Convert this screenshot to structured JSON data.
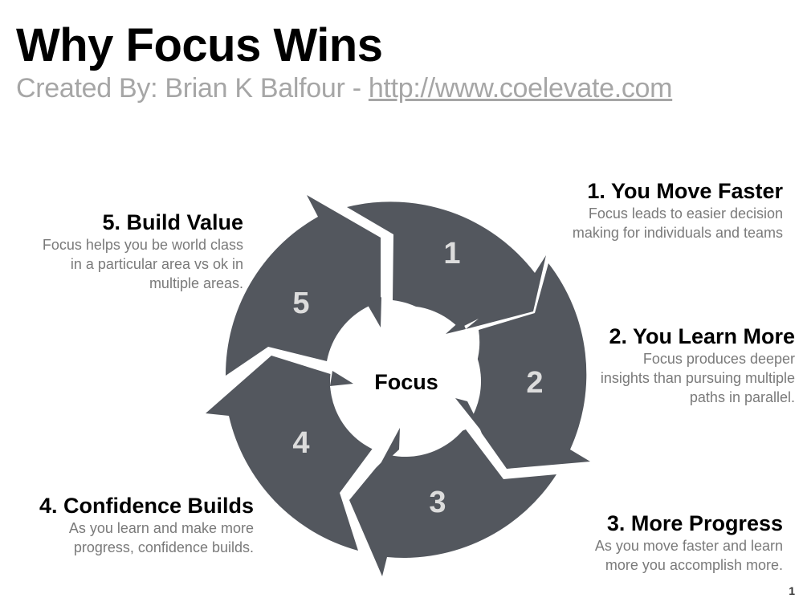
{
  "header": {
    "title": "Why Focus Wins",
    "subtitle_prefix": "Created By:  Brian K Balfour - ",
    "subtitle_link": "http://www.coelevate.com"
  },
  "diagram": {
    "center_label": "Focus",
    "fill_color": "#53575e",
    "number_color": "#dcdcdc",
    "segments": [
      {
        "number": "1"
      },
      {
        "number": "2"
      },
      {
        "number": "3"
      },
      {
        "number": "4"
      },
      {
        "number": "5"
      }
    ]
  },
  "steps": [
    {
      "heading": "1.  You Move Faster",
      "description": "Focus leads to easier decision\nmaking for individuals and teams"
    },
    {
      "heading": "2.  You Learn More",
      "description": "Focus produces deeper\ninsights than pursuing multiple\npaths in parallel."
    },
    {
      "heading": "3.  More Progress",
      "description": "As you move faster and learn\nmore you accomplish more."
    },
    {
      "heading": "4.  Confidence Builds",
      "description": "As you learn and make more\nprogress, confidence builds."
    },
    {
      "heading": "5.  Build Value",
      "description": "Focus helps you be world class\nin a particular area vs ok in\nmultiple areas."
    }
  ],
  "page_number": "1"
}
